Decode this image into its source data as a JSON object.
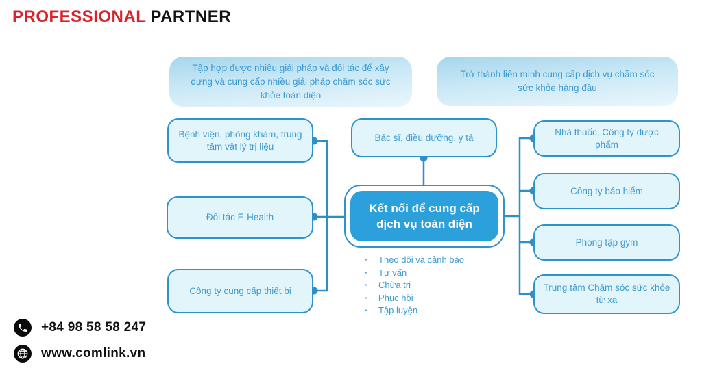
{
  "header": {
    "title_red": "PROFESSIONAL",
    "title_black": "PARTNER"
  },
  "banners": {
    "left": "Tập hợp được nhiều giải pháp và đối tác để xây dựng và cung cấp nhiều giải pháp chăm sóc sức khỏe toàn diện",
    "right": "Trở thành liên minh cung cấp dịch vụ chăm sóc sức khỏe hàng đầu"
  },
  "left_nodes": [
    {
      "label": "Bệnh viện, phòng khám, trung tâm vật lý trị liệu"
    },
    {
      "label": "Đối tác E-Health"
    },
    {
      "label": "Công ty cung cấp thiết bị"
    }
  ],
  "center": {
    "top_node": "Bác sĩ, điều dưỡng, y tá",
    "hub_label": "Kết nối để cung cấp dịch vụ toàn diện",
    "services": [
      "Theo dõi và cảnh báo",
      "Tư vấn",
      "Chữa trị",
      "Phục hồi",
      "Tập luyện"
    ]
  },
  "right_nodes": [
    {
      "label": "Nhà thuốc, Công ty dược phẩm"
    },
    {
      "label": "Công ty bảo hiểm"
    },
    {
      "label": "Phòng tập gym"
    },
    {
      "label": "Trung tâm Chăm sóc sức khỏe từ xa"
    }
  ],
  "contact": {
    "phone": "+84 98 58 58 247",
    "website": "www.comlink.vn",
    "icons": [
      "phone-icon",
      "globe-icon"
    ]
  },
  "colors": {
    "title_red": "#d8232a",
    "title_black": "#121212",
    "hub_fill": "#2ba0db",
    "node_border": "#2e93cc",
    "node_fill": "#e2f5fb",
    "text_blue": "#3e9bd1",
    "connector": "#2e8ec8",
    "banner_gradient_top": "#a6d6ec",
    "banner_gradient_bottom": "#eaf6fc"
  }
}
